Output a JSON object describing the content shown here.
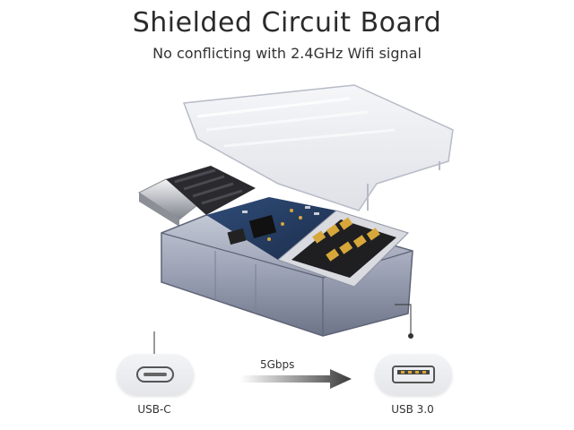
{
  "header": {
    "title": "Shielded Circuit Board",
    "subtitle": "No conflicting with 2.4GHz Wifi signal"
  },
  "ports": {
    "left": {
      "label": "USB-C",
      "icon": "usb-c-port-icon"
    },
    "right": {
      "label": "USB 3.0",
      "icon": "usb-a-port-icon"
    }
  },
  "transfer": {
    "speed_label": "5Gbps"
  },
  "colors": {
    "background": "#ffffff",
    "housing": "#9aa0b3",
    "circuit_board": "#243a5e",
    "gold_contacts": "#d8a73a",
    "text": "#2b2b2b"
  }
}
